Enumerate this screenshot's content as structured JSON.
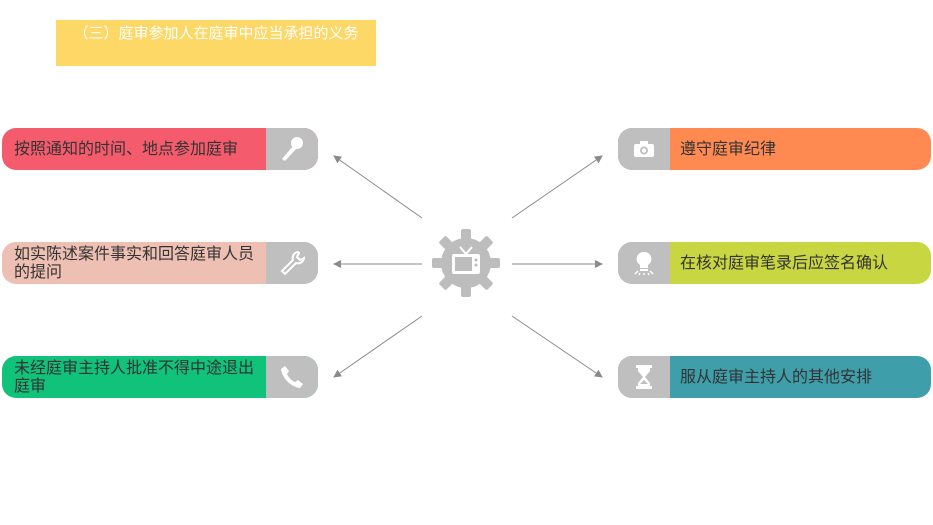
{
  "title": "（三）庭审参加人在庭审中应当承担的义务",
  "left_items": [
    {
      "label": "按照通知的时间、地点参加庭审",
      "icon": "microphone-icon"
    },
    {
      "label": "如实陈述案件事实和回答庭审人员的提问",
      "icon": "wrench-icon"
    },
    {
      "label": "未经庭审主持人批准不得中途退出庭审",
      "icon": "phone-icon"
    }
  ],
  "right_items": [
    {
      "label": "遵守庭审纪律",
      "icon": "camera-icon"
    },
    {
      "label": "在核对庭审笔录后应签名确认",
      "icon": "lightbulb-icon"
    },
    {
      "label": "服从庭审主持人的其他安排",
      "icon": "hourglass-icon"
    }
  ],
  "center_icon": "gear-tv-icon",
  "colors": {
    "title_bg": "#fdd867",
    "left": [
      "#f45b6c",
      "#eebfb3",
      "#10c27a"
    ],
    "right": [
      "#fe8a52",
      "#c8d741",
      "#3e9ea9"
    ],
    "icon_bg": "#bfbfbf"
  }
}
